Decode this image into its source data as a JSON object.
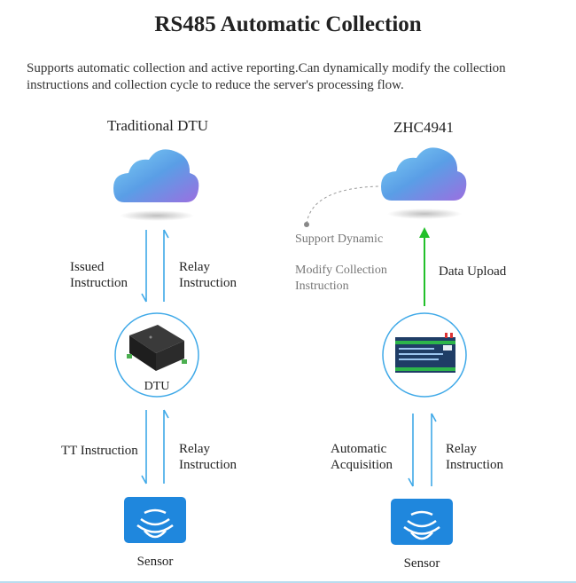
{
  "title": "RS485 Automatic Collection",
  "intro": "Supports automatic collection and active reporting.Can dynamically modify the collection instructions and collection cycle to reduce the server's processing flow.",
  "left": {
    "heading": "Traditional DTU",
    "issued_1": "Issued",
    "issued_2": "Instruction",
    "relay_top_1": "Relay",
    "relay_top_2": "Instruction",
    "device_label": "DTU",
    "tt": "TT Instruction",
    "relay_bottom_1": "Relay",
    "relay_bottom_2": "Instruction",
    "sensor": "Sensor"
  },
  "right": {
    "heading": "ZHC4941",
    "support": "Support Dynamic",
    "modify_1": "Modify Collection",
    "modify_2": "Instruction",
    "upload": "Data Upload",
    "auto_1": "Automatic",
    "auto_2": "Acquisition",
    "relay_1": "Relay",
    "relay_2": "Instruction",
    "sensor": "Sensor"
  },
  "colors": {
    "arrow_blue": "#3fa9e8",
    "arrow_green": "#22c02a",
    "sensor_blue": "#1f87dd"
  },
  "icons": [
    "cloud-icon",
    "dtu-device-icon",
    "controller-device-icon",
    "sensor-icon"
  ]
}
